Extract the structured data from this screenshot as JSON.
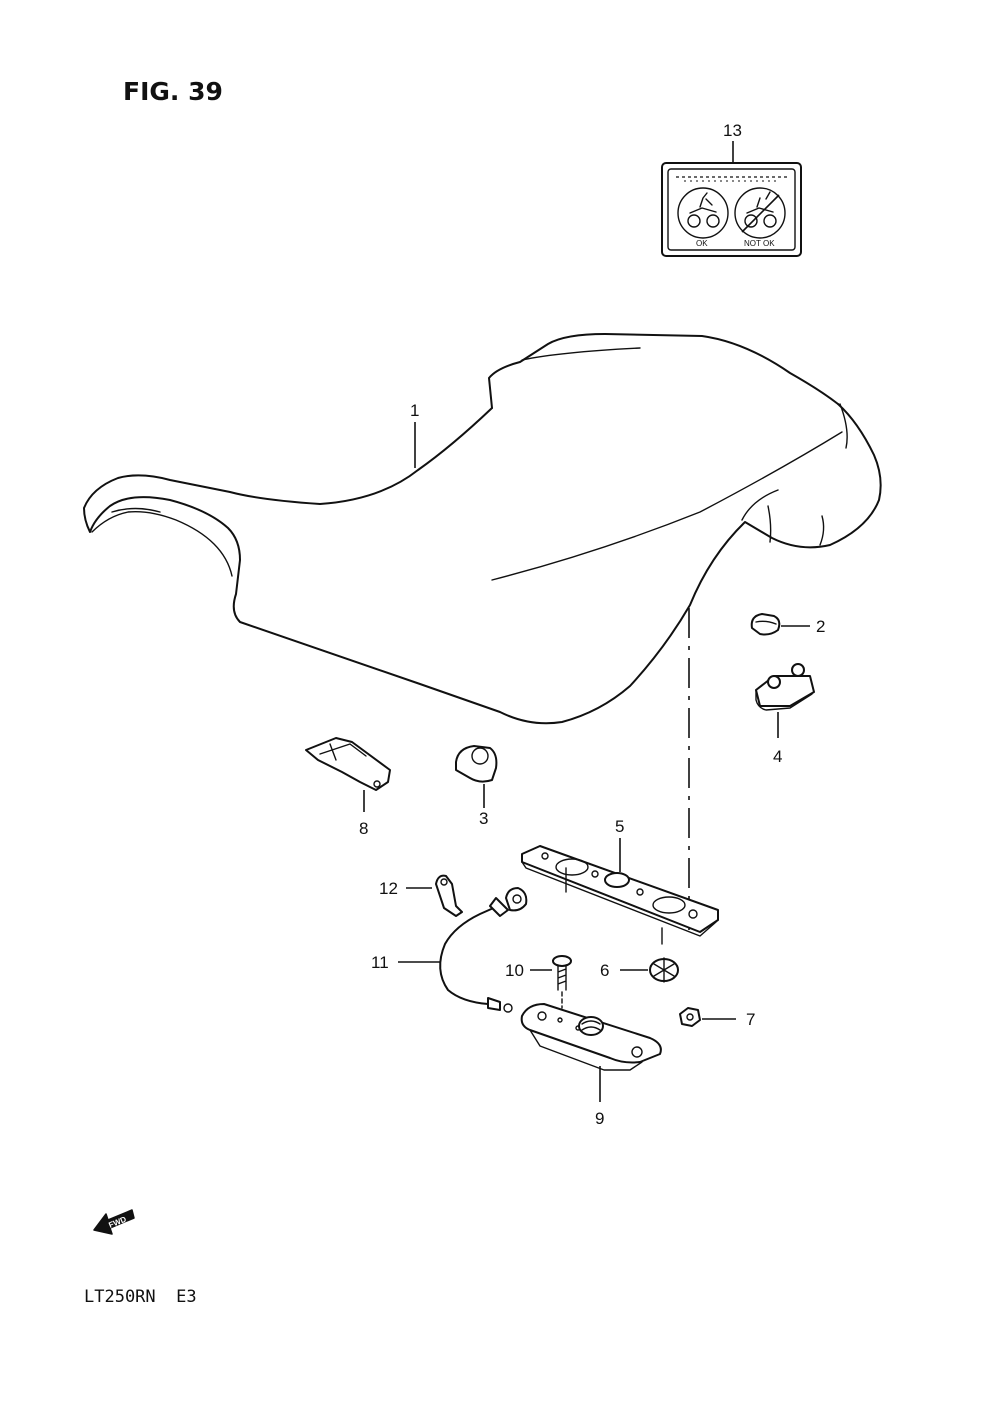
{
  "figure_title": "FIG. 39",
  "model_code": "LT250RN  E3",
  "fwd_label": "FWD",
  "decal": {
    "left_caption": "OK",
    "right_caption": "NOT OK"
  },
  "callouts": [
    {
      "id": "1",
      "part": "seat"
    },
    {
      "id": "2",
      "part": "cushion"
    },
    {
      "id": "3",
      "part": "cushion"
    },
    {
      "id": "4",
      "part": "cushion"
    },
    {
      "id": "5",
      "part": "plate"
    },
    {
      "id": "6",
      "part": "cushion"
    },
    {
      "id": "7",
      "part": "nut"
    },
    {
      "id": "8",
      "part": "bracket"
    },
    {
      "id": "9",
      "part": "lock"
    },
    {
      "id": "10",
      "part": "bolt"
    },
    {
      "id": "11",
      "part": "cable"
    },
    {
      "id": "12",
      "part": "clamp"
    },
    {
      "id": "13",
      "part": "label"
    }
  ]
}
